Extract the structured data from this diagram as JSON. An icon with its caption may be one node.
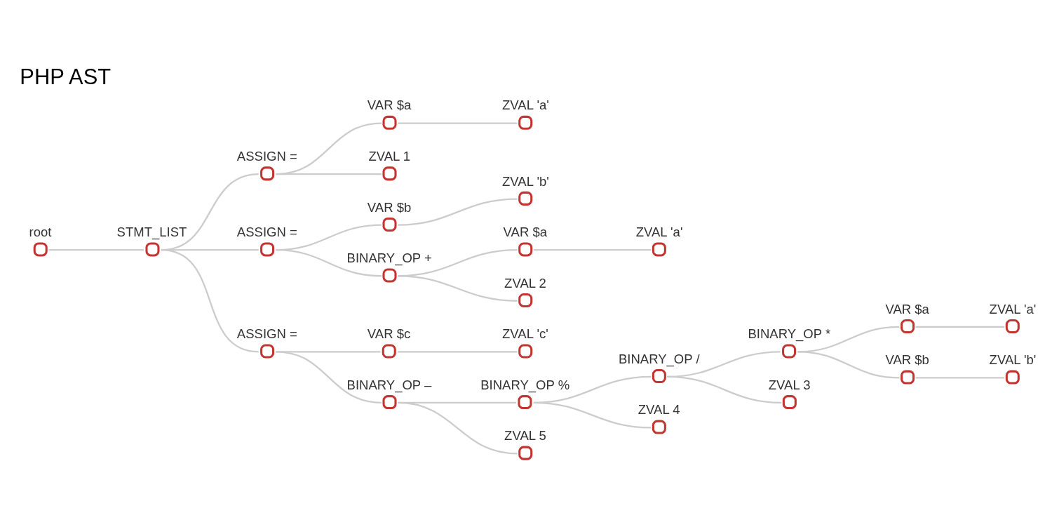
{
  "diagram": {
    "title": "PHP AST",
    "nodes": [
      {
        "text": [
          "root"
        ]
      },
      {
        "text": [
          "STMT_LIST"
        ]
      },
      {
        "text": [
          "ASSIGN ="
        ]
      },
      {
        "text": [
          "VAR $a"
        ]
      },
      {
        "text": [
          "ZVAL 'a'"
        ]
      },
      {
        "text": [
          "ZVAL 1"
        ]
      },
      {
        "text": [
          "ASSIGN ="
        ]
      },
      {
        "text": [
          "VAR $b"
        ]
      },
      {
        "text": [
          "ZVAL 'b'"
        ]
      },
      {
        "text": [
          "BINARY_OP +"
        ]
      },
      {
        "text": [
          "VAR $a"
        ]
      },
      {
        "text": [
          "ZVAL 'a'"
        ]
      },
      {
        "text": [
          "ZVAL 2"
        ]
      },
      {
        "text": [
          "ASSIGN ="
        ]
      },
      {
        "text": [
          "VAR $c"
        ]
      },
      {
        "text": [
          "ZVAL 'c'"
        ]
      },
      {
        "text": [
          "BINARY_OP –"
        ]
      },
      {
        "text": [
          "BINARY_OP %"
        ]
      },
      {
        "text": [
          "BINARY_OP /"
        ]
      },
      {
        "text": [
          "BINARY_OP *"
        ]
      },
      {
        "text": [
          "VAR $a"
        ]
      },
      {
        "text": [
          "ZVAL 'a'"
        ]
      },
      {
        "text": [
          "VAR $b"
        ]
      },
      {
        "text": [
          "ZVAL 'b'"
        ]
      },
      {
        "text": [
          "ZVAL 3"
        ]
      },
      {
        "text": [
          "ZVAL 4"
        ]
      },
      {
        "text": [
          "ZVAL 5"
        ]
      }
    ],
    "edges": [
      {
        "from": 0,
        "to": 1,
        "arrow": "none"
      },
      {
        "from": 1,
        "to": 2,
        "arrow": "none"
      },
      {
        "from": 2,
        "to": 3,
        "arrow": "none"
      },
      {
        "from": 3,
        "to": 4,
        "arrow": "none"
      },
      {
        "from": 2,
        "to": 5,
        "arrow": "none"
      },
      {
        "from": 1,
        "to": 6,
        "arrow": "none"
      },
      {
        "from": 6,
        "to": 7,
        "arrow": "none"
      },
      {
        "from": 7,
        "to": 8,
        "arrow": "none"
      },
      {
        "from": 6,
        "to": 9,
        "arrow": "none"
      },
      {
        "from": 9,
        "to": 10,
        "arrow": "none"
      },
      {
        "from": 10,
        "to": 11,
        "arrow": "none"
      },
      {
        "from": 9,
        "to": 12,
        "arrow": "none"
      },
      {
        "from": 1,
        "to": 13,
        "arrow": "none"
      },
      {
        "from": 13,
        "to": 14,
        "arrow": "none"
      },
      {
        "from": 14,
        "to": 15,
        "arrow": "none"
      },
      {
        "from": 13,
        "to": 16,
        "arrow": "none"
      },
      {
        "from": 16,
        "to": 17,
        "arrow": "none"
      },
      {
        "from": 17,
        "to": 18,
        "arrow": "none"
      },
      {
        "from": 18,
        "to": 19,
        "arrow": "none"
      },
      {
        "from": 19,
        "to": 20,
        "arrow": "none"
      },
      {
        "from": 20,
        "to": 21,
        "arrow": "none"
      },
      {
        "from": 19,
        "to": 22,
        "arrow": "none"
      },
      {
        "from": 22,
        "to": 23,
        "arrow": "none"
      },
      {
        "from": 18,
        "to": 24,
        "arrow": "none"
      },
      {
        "from": 17,
        "to": 25,
        "arrow": "none"
      },
      {
        "from": 16,
        "to": 26,
        "arrow": "none"
      }
    ]
  }
}
